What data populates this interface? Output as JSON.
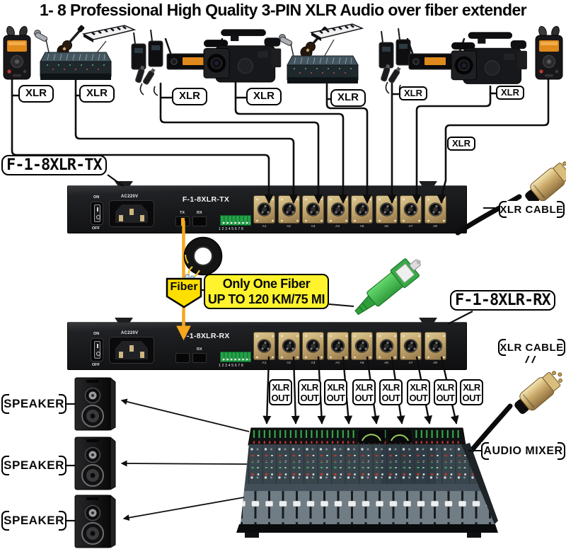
{
  "title": "1- 8 Professional High Quality 3-PIN XLR Audio over fiber extender",
  "labels": {
    "xlr": "XLR",
    "xlr_out_top": "XLR",
    "xlr_out_bottom": "OUT",
    "speaker": "SPEAKER",
    "xlr_cable": "XLR CABLE",
    "audio_mixer": "AUDIO MIXER"
  },
  "fiber": {
    "tag": "Fiber",
    "note_line1": "Only One Fiber",
    "note_line2": "UP TO 120 KM/75 MI"
  },
  "callouts": {
    "tx": "F-1-8XLR-TX",
    "rx": "F-1-8XLR-RX"
  },
  "tx_unit": {
    "model": "F-1-8XLR-TX",
    "power_on": "ON",
    "power_off": "OFF",
    "ac_rating": "AC220V",
    "fiber_port_tx": "TX",
    "fiber_port_rx": "RX",
    "terminal_numbers": "1 2 3 4 5 6 7 8",
    "ports": [
      "A1",
      "A2",
      "A3",
      "A4",
      "A5",
      "A6",
      "A7",
      "A8"
    ]
  },
  "rx_unit": {
    "model": "F-1-8XLR-RX",
    "power_on": "ON",
    "power_off": "OFF",
    "ac_rating": "AC220V",
    "fiber_port_tx": "TX",
    "fiber_port_rx": "RX",
    "terminal_numbers": "1 2 3 4 5 6 7 8",
    "ports": [
      "A1",
      "A2",
      "A3",
      "A4",
      "A5",
      "A6",
      "A7",
      "A8"
    ]
  },
  "devices": [
    "audio-recorder",
    "microphone",
    "electric-guitar",
    "keyboard",
    "mixing-console",
    "wireless-bodypack",
    "wireless-receiver",
    "video-camera",
    "fiber-spool",
    "sc-apc-fiber-connector",
    "gold-xlr-male-connector",
    "speaker",
    "audio-mixer"
  ],
  "colors": {
    "wire": "#0d0d0d",
    "fiber_cable": "#f5a81d",
    "fiber_note_yellow": "#fef32c",
    "connector_green": "#3cb44a",
    "xlr_gold": "#c3a76d",
    "terminal_green": "#27a24b",
    "screen_orange": "#e0891c"
  }
}
